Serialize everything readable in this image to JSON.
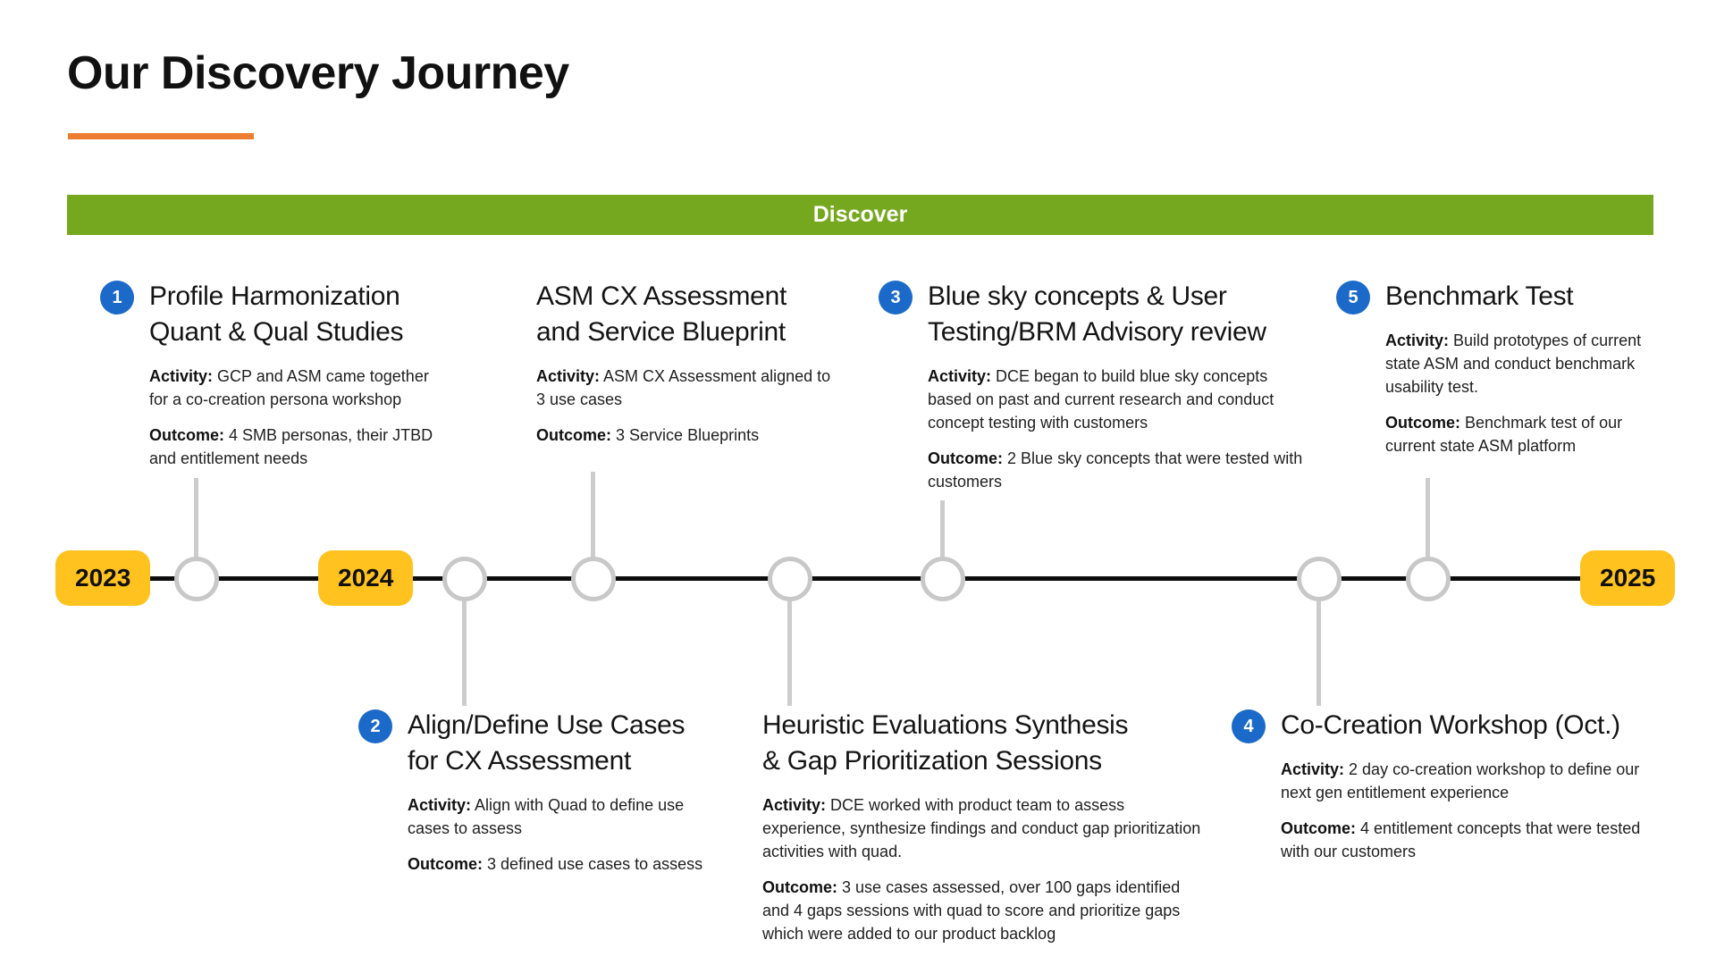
{
  "page": {
    "title": "Our Discovery Journey"
  },
  "banner": {
    "label": "Discover"
  },
  "labels": {
    "activity": "Activity:",
    "outcome": "Outcome:"
  },
  "timeline": {
    "years": [
      {
        "label": "2023"
      },
      {
        "label": "2024"
      },
      {
        "label": "2025"
      }
    ]
  },
  "colors": {
    "banner_green": "#76A81F",
    "year_badge_amber": "#FFC21E",
    "number_badge_blue": "#1B6AC9",
    "accent_orange": "#ED7D31",
    "connector_gray": "#CCCCCC"
  },
  "milestones": [
    {
      "number": "1",
      "title": "Profile Harmonization\nQuant & Qual Studies",
      "activity": "GCP and ASM came together for a co-creation persona workshop",
      "outcome": "4 SMB personas, their JTBD and entitlement needs"
    },
    {
      "number": "2",
      "title": "Align/Define Use Cases\nfor CX Assessment",
      "activity": "Align with Quad to define use cases to assess",
      "outcome": "3 defined use cases to assess"
    },
    {
      "number": "",
      "title": "ASM CX Assessment\nand Service Blueprint",
      "activity": "ASM CX Assessment aligned to 3 use cases",
      "outcome": "3 Service Blueprints"
    },
    {
      "number": "",
      "title": "Heuristic Evaluations Synthesis\n& Gap Prioritization Sessions",
      "activity": "DCE worked with product team to assess experience, synthesize findings and conduct gap prioritization activities with quad.",
      "outcome": "3 use cases assessed, over 100 gaps identified and 4 gaps sessions with quad to score and prioritize gaps which were added to our product backlog"
    },
    {
      "number": "3",
      "title": "Blue sky concepts & User\nTesting/BRM Advisory review",
      "activity": "DCE began to build blue sky concepts based on past and current research and conduct concept testing with customers",
      "outcome": "2 Blue sky concepts that were tested with customers"
    },
    {
      "number": "4",
      "title": "Co-Creation Workshop (Oct.)",
      "activity": "2 day co-creation workshop to define our next gen entitlement experience",
      "outcome": "4 entitlement concepts that were tested with our customers"
    },
    {
      "number": "5",
      "title": "Benchmark Test",
      "activity": "Build prototypes of current state ASM and conduct benchmark usability test.",
      "outcome": "Benchmark test of our current state ASM platform"
    }
  ]
}
